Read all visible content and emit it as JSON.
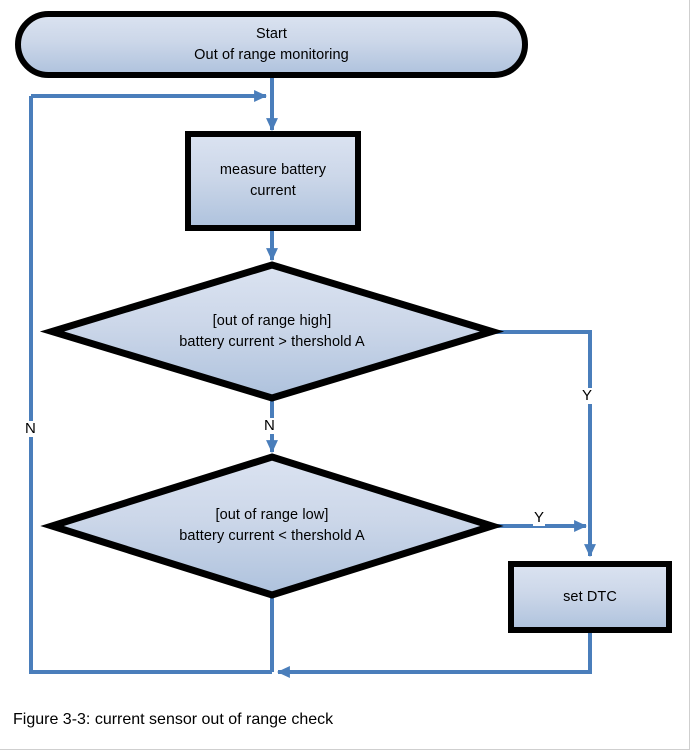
{
  "figure": {
    "caption": "Figure 3-3: current sensor out of range check",
    "colors": {
      "shape_stroke": "#000000",
      "shape_fill_top": "#d3ddee",
      "shape_fill_bottom": "#b0c4de",
      "connector": "#4a7ebb",
      "page_background": "#ffffff",
      "frame_border": "#cfcfcf"
    }
  },
  "nodes": {
    "start": {
      "type": "terminator",
      "line1": "Start",
      "line2": "Out of range monitoring"
    },
    "measure": {
      "type": "process",
      "line1": "measure battery",
      "line2": "current"
    },
    "decision_high": {
      "type": "decision",
      "line1": "[out of range high]",
      "line2": "battery current > thershold A"
    },
    "decision_low": {
      "type": "decision",
      "line1": "[out of range low]",
      "line2": "battery current < thershold A"
    },
    "set_dtc": {
      "type": "process",
      "line1": "set DTC"
    }
  },
  "edge_labels": {
    "high_no": "N",
    "high_yes": "Y",
    "low_no": "N",
    "low_yes": "Y"
  }
}
